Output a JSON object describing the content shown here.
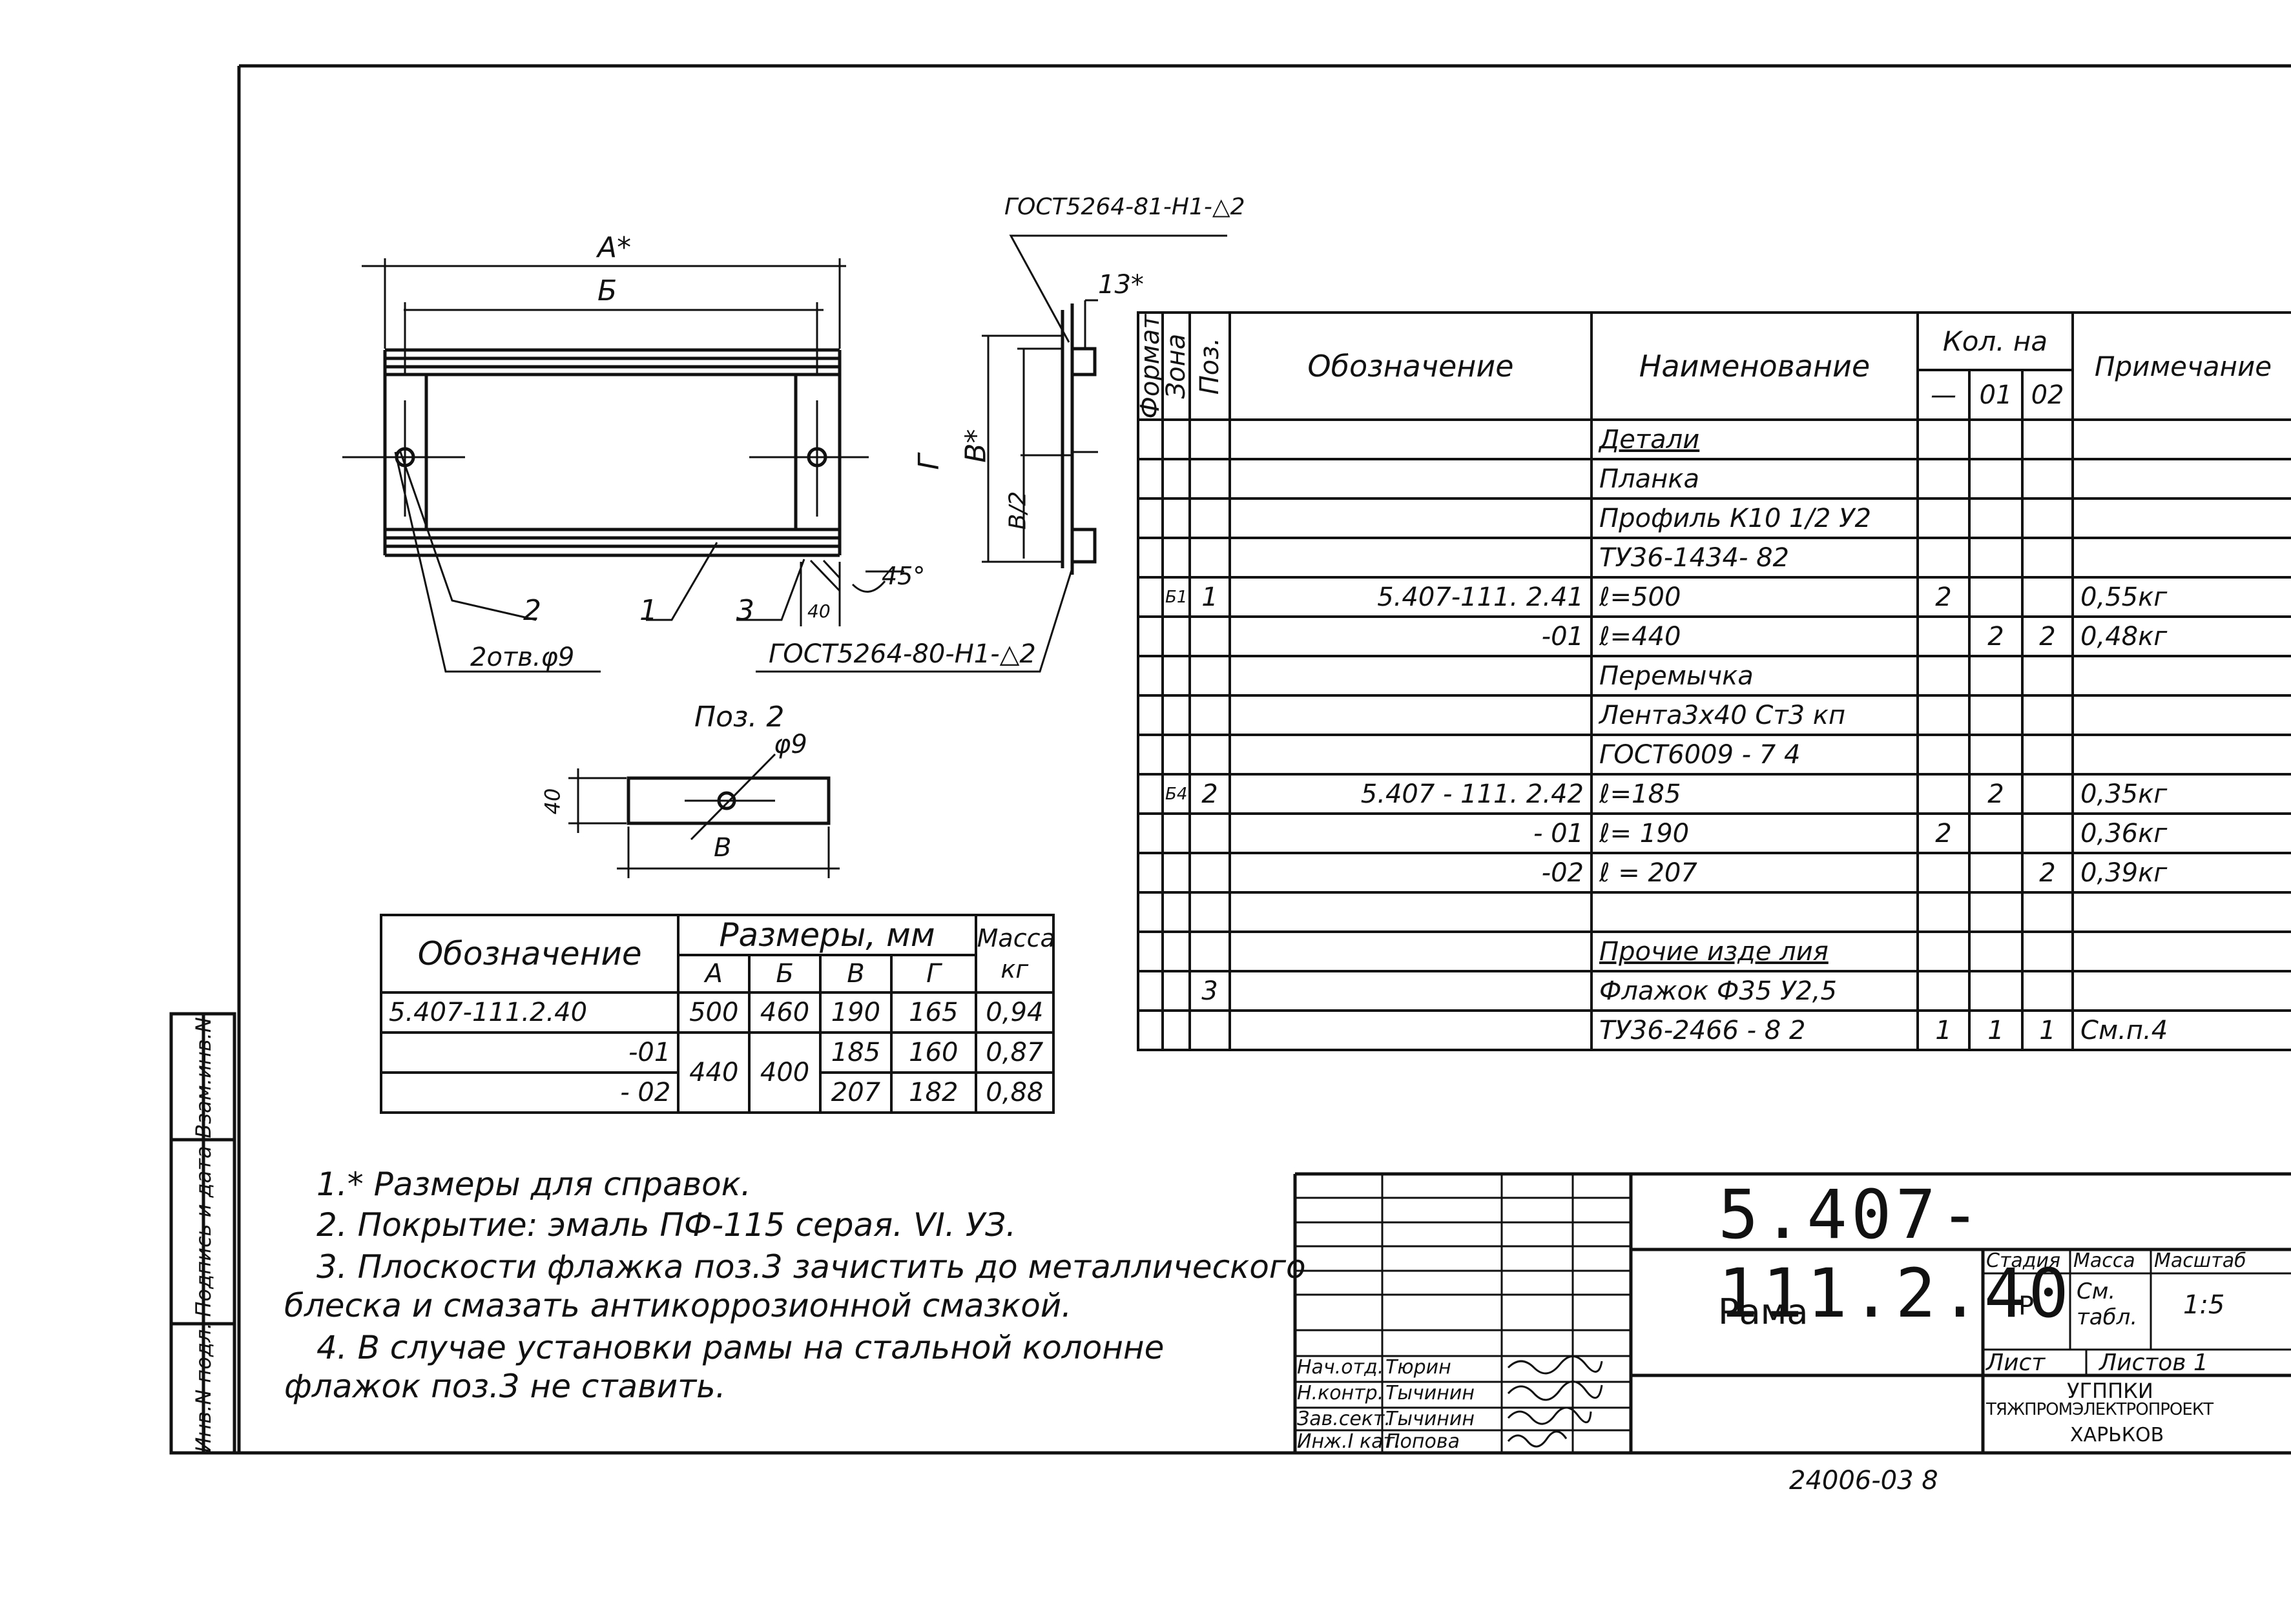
{
  "drawing": {
    "dim_A": "A*",
    "dim_B": "Б",
    "dim_V": "В*",
    "dim_G": "Г",
    "dim_V2": "В/2",
    "dim_13": "13*",
    "weld_top": "ГОСТ5264-81-Н1-△2",
    "weld_bottom": "ГОСТ5264-80-Н1-△2",
    "pos1": "1",
    "pos2": "2",
    "pos3": "3",
    "holes": "2отв.φ9",
    "angle": "45°",
    "dim_40": "40",
    "poz2_title": "Поз. 2",
    "poz2_phi": "φ9",
    "poz2_40": "40",
    "poz2_B": "В"
  },
  "spec": {
    "headers": {
      "format": "Формат",
      "zone": "Зона",
      "pos": "Поз.",
      "designation": "Обозначение",
      "name": "Наименование",
      "qty": "Кол. на",
      "q0": "—",
      "q1": "01",
      "q2": "02",
      "note": "Примечание"
    },
    "rows": [
      {
        "zone": "",
        "pos": "",
        "des": "",
        "name": "Детали",
        "q0": "",
        "q1": "",
        "q2": "",
        "note": "",
        "u": true
      },
      {
        "zone": "",
        "pos": "",
        "des": "",
        "name": "Планка",
        "q0": "",
        "q1": "",
        "q2": "",
        "note": ""
      },
      {
        "zone": "",
        "pos": "",
        "des": "",
        "name": "Профиль К10 1/2 У2",
        "q0": "",
        "q1": "",
        "q2": "",
        "note": ""
      },
      {
        "zone": "",
        "pos": "",
        "des": "",
        "name": "ТУ36-1434- 82",
        "q0": "",
        "q1": "",
        "q2": "",
        "note": ""
      },
      {
        "zone": "Б1",
        "pos": "1",
        "des": "5.407-111. 2.41",
        "name": "ℓ=500",
        "q0": "2",
        "q1": "",
        "q2": "",
        "note": "0,55кг"
      },
      {
        "zone": "",
        "pos": "",
        "des": "-01",
        "name": "ℓ=440",
        "q0": "",
        "q1": "2",
        "q2": "2",
        "note": "0,48кг"
      },
      {
        "zone": "",
        "pos": "",
        "des": "",
        "name": "Перемычка",
        "q0": "",
        "q1": "",
        "q2": "",
        "note": ""
      },
      {
        "zone": "",
        "pos": "",
        "des": "",
        "name": "Лента3x40 Ст3 кп",
        "q0": "",
        "q1": "",
        "q2": "",
        "note": ""
      },
      {
        "zone": "",
        "pos": "",
        "des": "",
        "name": "ГОСТ6009 - 7 4",
        "q0": "",
        "q1": "",
        "q2": "",
        "note": ""
      },
      {
        "zone": "Б4",
        "pos": "2",
        "des": "5.407 - 111. 2.42",
        "name": "ℓ=185",
        "q0": "",
        "q1": "2",
        "q2": "",
        "note": "0,35кг"
      },
      {
        "zone": "",
        "pos": "",
        "des": "- 01",
        "name": "ℓ= 190",
        "q0": "2",
        "q1": "",
        "q2": "",
        "note": "0,36кг"
      },
      {
        "zone": "",
        "pos": "",
        "des": "-02",
        "name": "ℓ = 207",
        "q0": "",
        "q1": "",
        "q2": "2",
        "note": "0,39кг"
      },
      {
        "zone": "",
        "pos": "",
        "des": "",
        "name": "",
        "q0": "",
        "q1": "",
        "q2": "",
        "note": ""
      },
      {
        "zone": "",
        "pos": "",
        "des": "",
        "name": "Прочие изде лия",
        "q0": "",
        "q1": "",
        "q2": "",
        "note": "",
        "u": true
      },
      {
        "zone": "",
        "pos": "3",
        "des": "",
        "name": "Флажок Ф35 У2,5",
        "q0": "",
        "q1": "",
        "q2": "",
        "note": ""
      },
      {
        "zone": "",
        "pos": "",
        "des": "",
        "name": "ТУ36-2466 - 8 2",
        "q0": "1",
        "q1": "1",
        "q2": "1",
        "note": "См.п.4"
      }
    ]
  },
  "dims_table": {
    "h_des": "Обозначение",
    "h_sizes": "Размеры, мм",
    "h_mass": "Масса, кг",
    "h_A": "А",
    "h_B": "Б",
    "h_V": "В",
    "h_G": "Г",
    "r1": {
      "des": "5.407-111.2.40",
      "A": "500",
      "B": "460",
      "V": "190",
      "G": "165",
      "m": "0,94"
    },
    "r2": {
      "des": "-01",
      "A": "440",
      "B": "400",
      "V": "185",
      "G": "160",
      "m": "0,87"
    },
    "r3": {
      "des": "- 02",
      "V": "207",
      "G": "182",
      "m": "0,88"
    }
  },
  "notes": {
    "n1": "1.* Размеры для справок.",
    "n2": "2. Покрытие: эмаль ПФ-115 серая. VI. УЗ.",
    "n3a": "3. Плоскости флажка поз.3 зачистить до металлического",
    "n3b": "блеска и смазать антикоррозионной смазкой.",
    "n4a": "4. В случае установки рамы на стальной колонне",
    "n4b": "флажок поз.3 не ставить."
  },
  "side_stamp": {
    "s1": "Инв.N подл.",
    "s2": "Подпись и дата",
    "s3": "Взам.инв.N"
  },
  "title_block": {
    "code": "5.407-111.2.40",
    "name": "Рама",
    "stage_h": "Стадия",
    "mass_h": "Масса",
    "scale_h": "Масштаб",
    "stage": "Р",
    "mass": "См. табл.",
    "scale": "1:5",
    "sheet": "Лист",
    "sheets": "Листов 1",
    "org1": "УГППКИ",
    "org2": "ТЯЖПРОМЭЛЕКТРОПРОЕКТ",
    "org3": "ХАРЬКОВ",
    "roles": [
      {
        "role": "Нач.отд.",
        "name": "Тюрин"
      },
      {
        "role": "Н.контр.",
        "name": "Тычинин"
      },
      {
        "role": "Зав.сект.",
        "name": "Тычинин"
      },
      {
        "role": "Инж.I кат.",
        "name": "Попова"
      }
    ]
  },
  "footer_number": "24006-03 8"
}
